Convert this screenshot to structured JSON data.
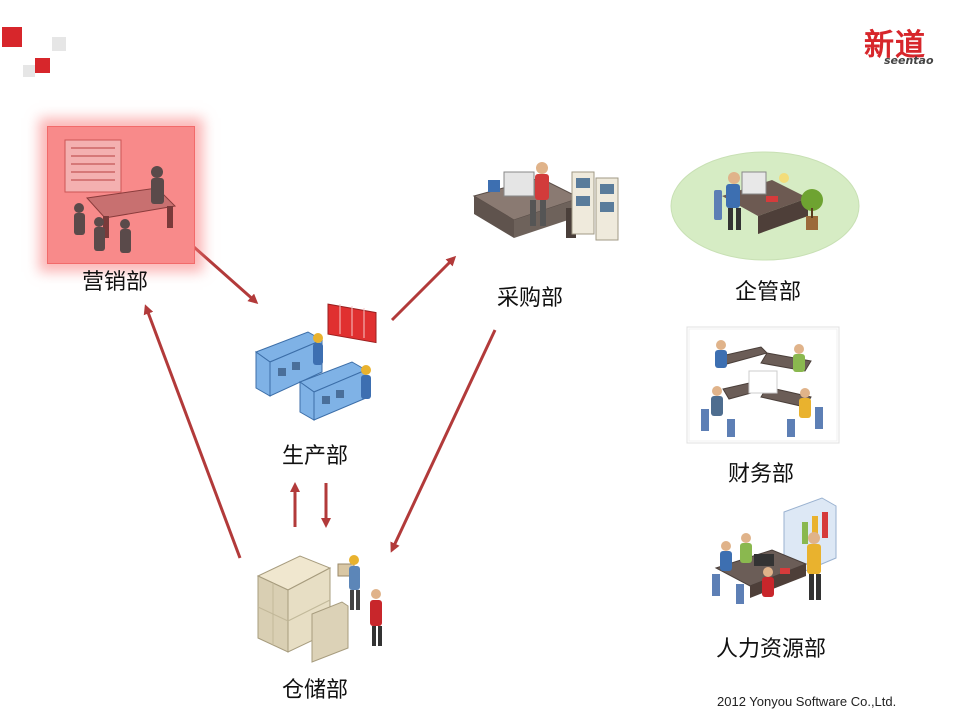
{
  "logo": {
    "main": "新道",
    "sub": "seentao"
  },
  "footer": "2012 Yonyou Software Co.,Ltd.",
  "departments": {
    "marketing": "营销部",
    "production": "生产部",
    "procurement": "采购部",
    "warehouse": "仓储部",
    "management": "企管部",
    "finance": "财务部",
    "hr": "人力资源部"
  },
  "colors": {
    "arrow": "#b23a3a",
    "accent": "#d7262b",
    "highlight": "#f88a8a"
  }
}
